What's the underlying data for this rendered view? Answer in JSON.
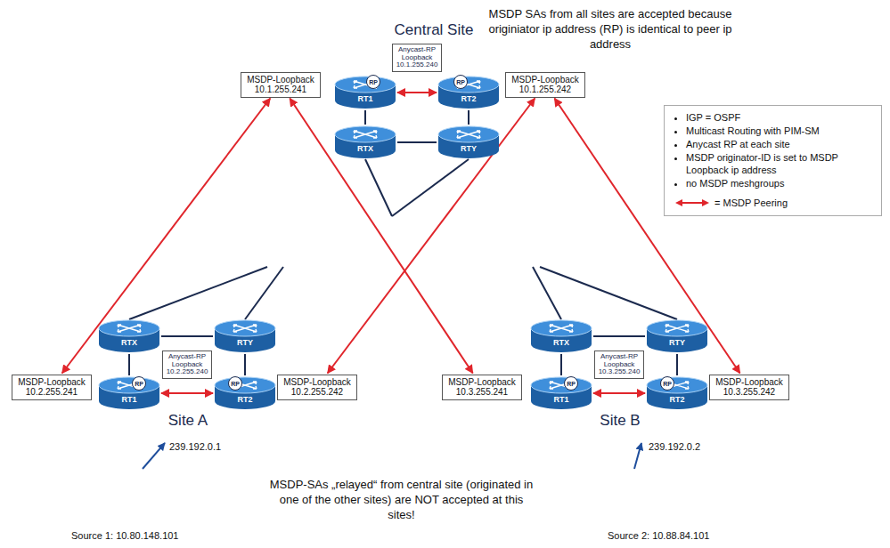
{
  "diagram": {
    "nodes": [
      {
        "text": [
          "Central Site"
        ]
      },
      {
        "text": [
          "Anycast-RP Loopback",
          "10.1.255.240"
        ],
        "in": 0
      },
      {
        "text": [
          "RT1"
        ],
        "in": 0
      },
      {
        "text": [
          "RP"
        ],
        "in": 2
      },
      {
        "text": [
          "RT2"
        ],
        "in": 0
      },
      {
        "text": [
          "RP"
        ],
        "in": 4
      },
      {
        "text": [
          "RTX"
        ],
        "in": 0
      },
      {
        "text": [
          "RTY"
        ],
        "in": 0
      },
      {
        "text": [
          "MSDP-Loopback",
          "10.1.255.241"
        ]
      },
      {
        "text": [
          "MSDP-Loopback",
          "10.1.255.242"
        ]
      },
      {
        "text": [
          "IGP = OSPF",
          "Multicast Routing with PIM-SM",
          "Anycast RP at each site",
          "MSDP originator-ID is set to MSDP Loopback ip address",
          "no MSDP meshgroups"
        ]
      },
      {
        "text": [
          "Site A"
        ]
      },
      {
        "text": [
          "RTX"
        ],
        "in": 11
      },
      {
        "text": [
          "RTY"
        ],
        "in": 11
      },
      {
        "text": [
          "Anycast-RP Loopback",
          "10.2.255.240"
        ],
        "in": 11
      },
      {
        "text": [
          "RT1"
        ],
        "in": 11
      },
      {
        "text": [
          "RP"
        ],
        "in": 15
      },
      {
        "text": [
          "RT2"
        ],
        "in": 11
      },
      {
        "text": [
          "RP"
        ],
        "in": 17
      },
      {
        "text": [
          "MSDP-Loopback",
          "10.2.255.241"
        ]
      },
      {
        "text": [
          "MSDP-Loopback",
          "10.2.255.242"
        ]
      },
      {
        "text": [
          "Site B"
        ]
      },
      {
        "text": [
          "RTX"
        ],
        "in": 21
      },
      {
        "text": [
          "RTY"
        ],
        "in": 21
      },
      {
        "text": [
          "Anycast-RP Loopback",
          "10.3.255.240"
        ],
        "in": 21
      },
      {
        "text": [
          "RT1"
        ],
        "in": 21
      },
      {
        "text": [
          "RP"
        ],
        "in": 25
      },
      {
        "text": [
          "RT2"
        ],
        "in": 21
      },
      {
        "text": [
          "RP"
        ],
        "in": 27
      },
      {
        "text": [
          "MSDP-Loopback",
          "10.3.255.241"
        ]
      },
      {
        "text": [
          "MSDP-Loopback",
          "10.3.255.242"
        ]
      }
    ],
    "edges": [
      {
        "from": 2,
        "to": 4,
        "arrow": "both"
      },
      {
        "from": 2,
        "to": 6,
        "arrow": "none"
      },
      {
        "from": 4,
        "to": 7,
        "arrow": "none"
      },
      {
        "from": 6,
        "to": 7,
        "arrow": "none"
      },
      {
        "from": 15,
        "to": 17,
        "arrow": "both"
      },
      {
        "from": 12,
        "to": 13,
        "arrow": "none"
      },
      {
        "from": 12,
        "to": 15,
        "arrow": "none"
      },
      {
        "from": 13,
        "to": 17,
        "arrow": "none"
      },
      {
        "from": 25,
        "to": 27,
        "arrow": "both"
      },
      {
        "from": 22,
        "to": 23,
        "arrow": "none"
      },
      {
        "from": 22,
        "to": 25,
        "arrow": "none"
      },
      {
        "from": 23,
        "to": 27,
        "arrow": "none"
      },
      {
        "from": 8,
        "to": 19,
        "arrow": "both"
      },
      {
        "from": 8,
        "to": 29,
        "arrow": "both"
      },
      {
        "from": 9,
        "to": 20,
        "arrow": "both"
      },
      {
        "from": 9,
        "to": 30,
        "arrow": "both"
      }
    ],
    "labels": [
      "MSDP SAs from all sites are accepted because originiator ip address (RP) is identical to peer ip address",
      "MSDP-SAs „relayed“ from central site (originated in one of the other sites) are NOT accepted at this sites!",
      "239.192.0.1",
      "Source 1: 10.80.148.101",
      "239.192.0.2",
      "Source 2: 10.88.84.101"
    ],
    "legend": [
      {
        "text": "= MSDP Peering"
      }
    ]
  }
}
